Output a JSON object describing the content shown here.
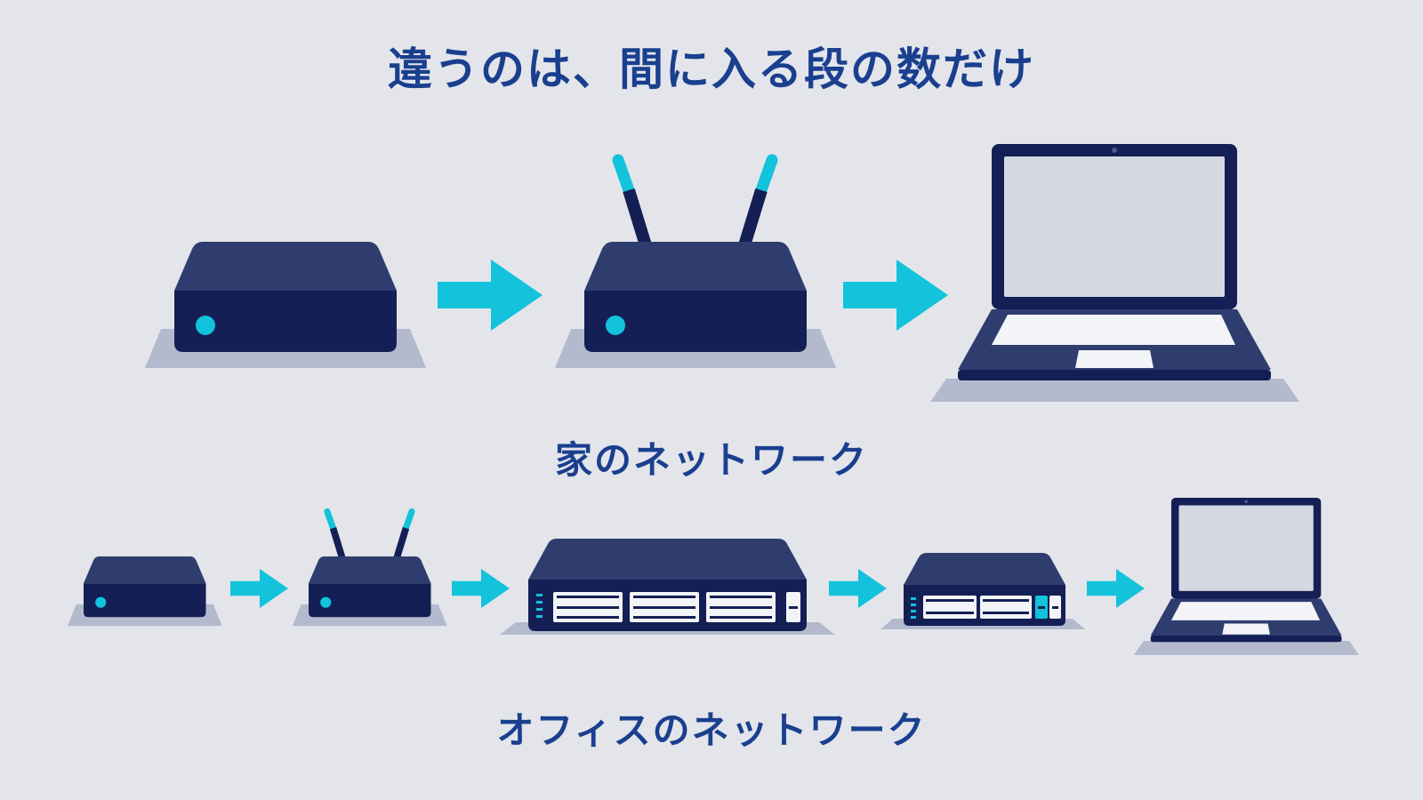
{
  "title": "違うのは、間に入る段の数だけ",
  "home": {
    "label": "家のネットワーク",
    "devices": [
      "modem-icon",
      "wifi-router-icon",
      "laptop-icon"
    ]
  },
  "office": {
    "label": "オフィスのネットワーク",
    "devices": [
      "modem-icon",
      "wifi-router-icon",
      "network-switch-icon",
      "network-switch-icon",
      "laptop-icon"
    ]
  },
  "colors": {
    "background": "#e3e5ea",
    "device_top": "#2e3d6e",
    "device_front": "#141f55",
    "accent": "#13c2db",
    "shadow": "#b4bacd",
    "screen": "#d4d8e2",
    "heading": "#1a3f8f"
  }
}
